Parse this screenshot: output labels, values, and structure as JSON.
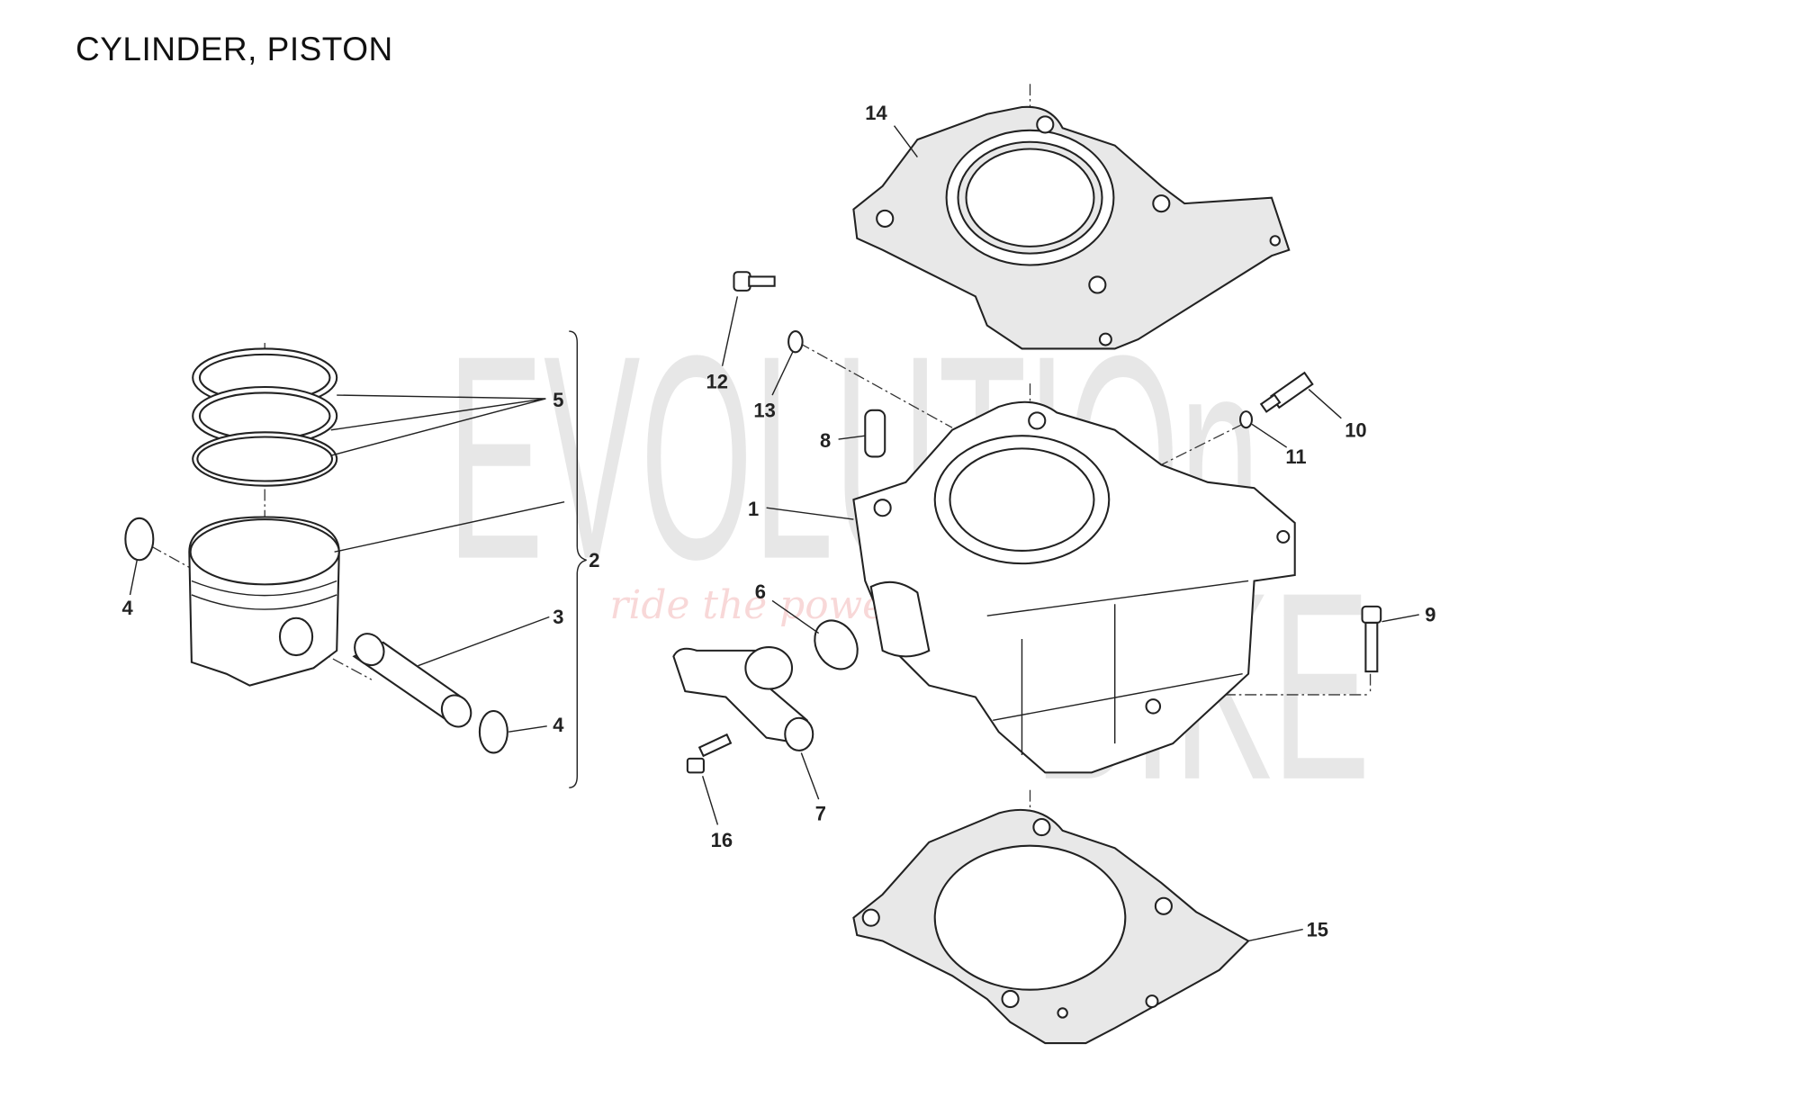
{
  "title": "CYLINDER, PISTON",
  "watermark": {
    "brand": "EVOLUTION BIKE",
    "line1": "EVOLUTIOn",
    "line2": "BIKE",
    "tagline": "ride the power"
  },
  "callouts": [
    {
      "id": "14",
      "part": "cylinder-head-gasket"
    },
    {
      "id": "5",
      "part": "piston-rings"
    },
    {
      "id": "12",
      "part": "bolt"
    },
    {
      "id": "13",
      "part": "washer"
    },
    {
      "id": "8",
      "part": "dowel-pin"
    },
    {
      "id": "10",
      "part": "temperature-sensor"
    },
    {
      "id": "11",
      "part": "o-ring"
    },
    {
      "id": "1",
      "part": "cylinder"
    },
    {
      "id": "2",
      "part": "piston-assembly"
    },
    {
      "id": "4",
      "part": "circlip-left"
    },
    {
      "id": "6",
      "part": "o-ring"
    },
    {
      "id": "3",
      "part": "piston-pin"
    },
    {
      "id": "9",
      "part": "bolt"
    },
    {
      "id": "4",
      "part": "circlip-right"
    },
    {
      "id": "7",
      "part": "water-fitting"
    },
    {
      "id": "16",
      "part": "screw"
    },
    {
      "id": "15",
      "part": "base-gasket"
    }
  ]
}
